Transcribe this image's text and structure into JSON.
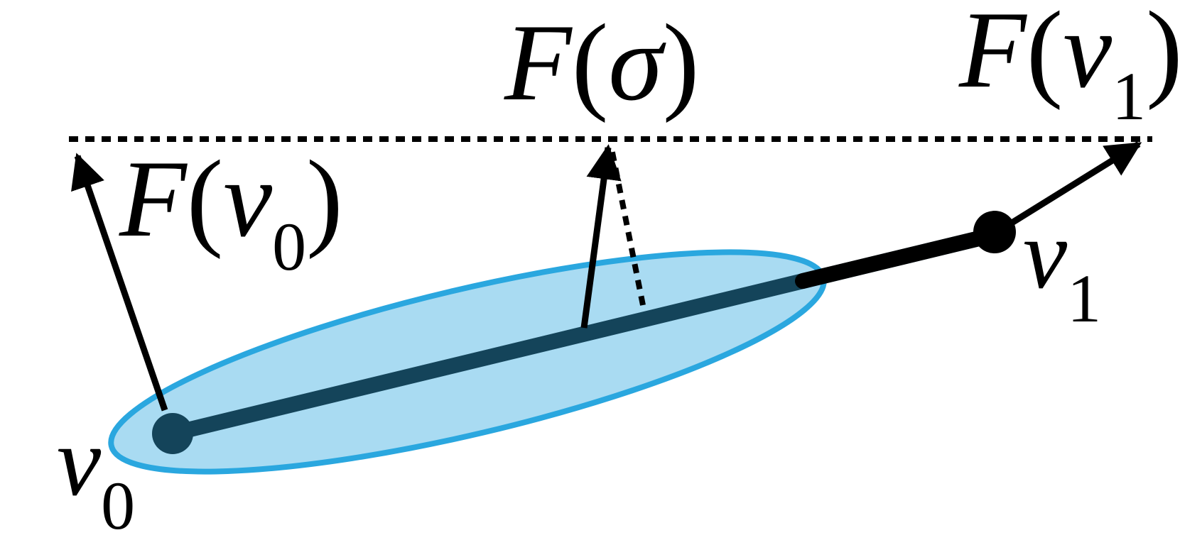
{
  "colors": {
    "ink": "#000000",
    "edge": "#14445a",
    "ellipse_fill": "#a9dbf2",
    "ellipse_stroke": "#2aa7df",
    "background": "#ffffff"
  },
  "labels": {
    "F_v0": {
      "func": "F",
      "open": "(",
      "var": "v",
      "sub": "0",
      "close": ")"
    },
    "F_sigma": {
      "func": "F",
      "open": "(",
      "var": "σ",
      "close": ")"
    },
    "F_v1": {
      "func": "F",
      "open": "(",
      "var": "v",
      "sub": "1",
      "close": ")"
    },
    "v0": {
      "var": "v",
      "sub": "0"
    },
    "v1": {
      "var": "v",
      "sub": "1"
    }
  }
}
